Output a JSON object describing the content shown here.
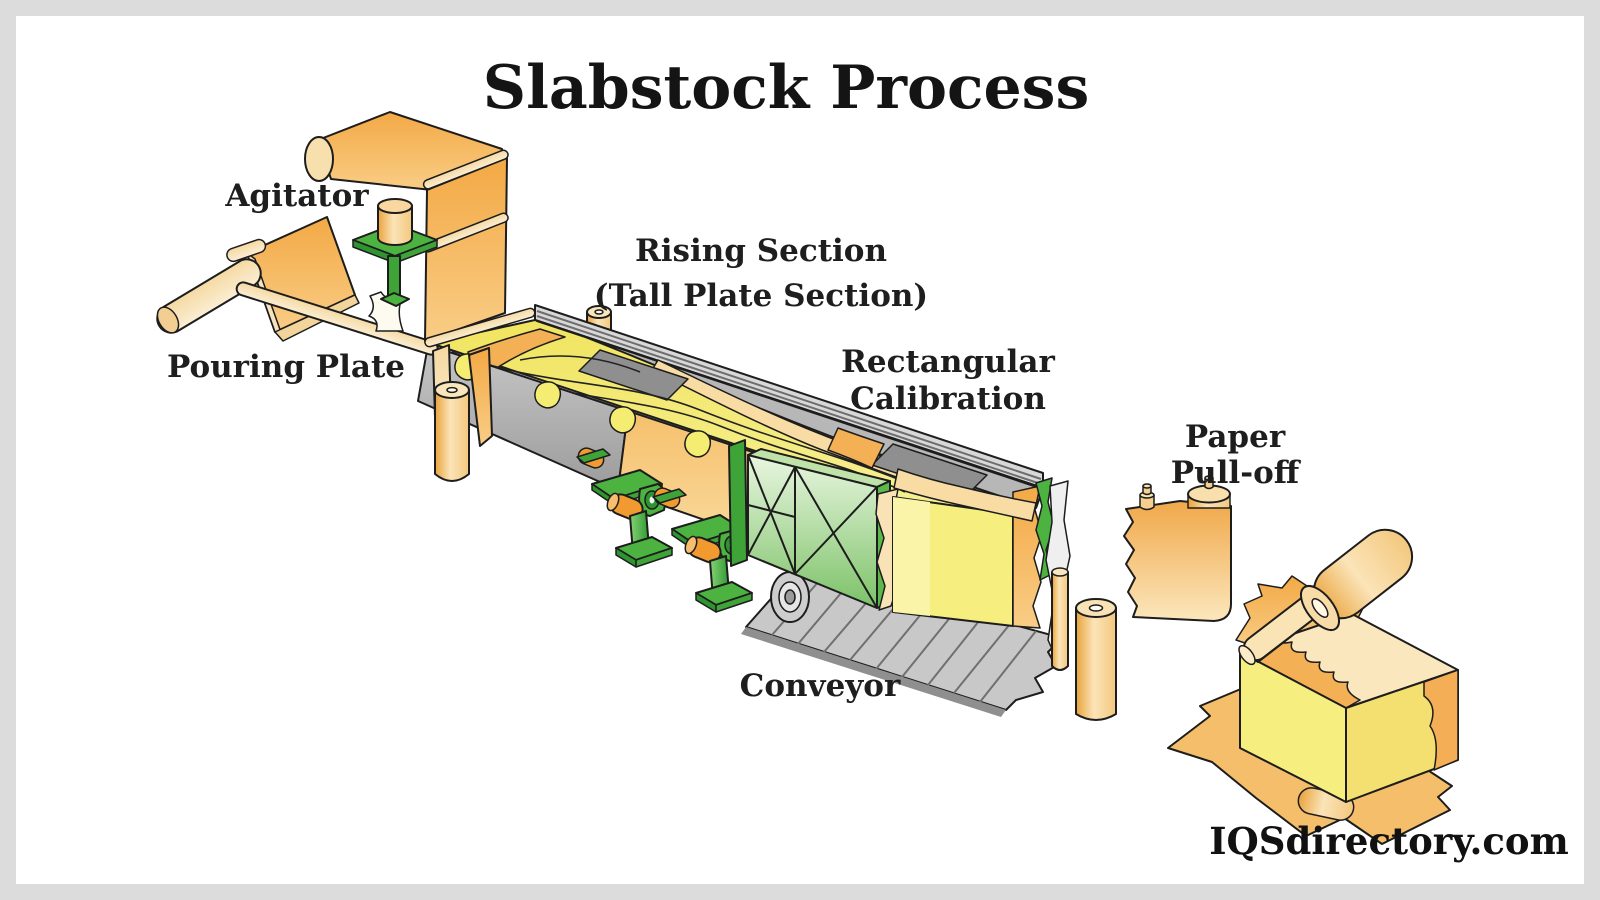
{
  "title": "Slabstock Process",
  "watermark": "IQSdirectory.com",
  "diagram": {
    "labels": {
      "agitator": "Agitator",
      "pouring_plate": "Pouring Plate",
      "rising_section": {
        "line1": "Rising Section",
        "line2": "(Tall Plate Section)"
      },
      "rectangular_calibration": {
        "line1": "Rectangular",
        "line2": "Calibration"
      },
      "paper_pull_off": {
        "line1": "Paper",
        "line2": "Pull-off"
      },
      "conveyor": "Conveyor"
    },
    "colors": {
      "paper_orange": "#F4AE4A",
      "foam_yellow": "#F5EC72",
      "machine_green": "#3FA437",
      "plate_gray": "#B7B7B7",
      "belt_gray": "#C8C8C8",
      "outline": "#1D1D1D",
      "frame_border": "#DCDCDC",
      "background": "#FFFFFF",
      "text": "#1E1E1E"
    }
  }
}
